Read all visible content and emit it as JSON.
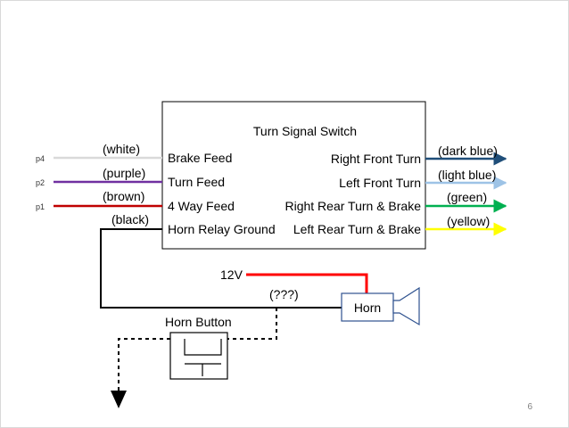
{
  "switch": {
    "title": "Turn Signal Switch",
    "left_terminals": [
      "Brake Feed",
      "Turn Feed",
      "4 Way Feed",
      "Horn Relay Ground"
    ],
    "right_terminals": [
      "Right Front Turn",
      "Left Front Turn",
      "Right Rear Turn & Brake",
      "Left Rear Turn & Brake"
    ]
  },
  "input_wires": [
    {
      "pin": "p4",
      "color_label": "(white)",
      "color": "#d9d9d9"
    },
    {
      "pin": "p2",
      "color_label": "(purple)",
      "color": "#7030a0"
    },
    {
      "pin": "p1",
      "color_label": "(brown)",
      "color": "#c00000"
    },
    {
      "pin": "",
      "color_label": "(black)",
      "color": "#000000"
    }
  ],
  "output_wires": [
    {
      "color_label": "(dark blue)",
      "color": "#1f4e79"
    },
    {
      "color_label": "(light blue)",
      "color": "#9dc3e6"
    },
    {
      "color_label": "(green)",
      "color": "#00b050"
    },
    {
      "color_label": "(yellow)",
      "color": "#ffff00"
    }
  ],
  "horn": {
    "label": "Horn",
    "supply_label": "12V",
    "supply_color": "#ff0000",
    "unknown_label": "(???)"
  },
  "horn_button": {
    "label": "Horn Button"
  },
  "page_number": "6"
}
